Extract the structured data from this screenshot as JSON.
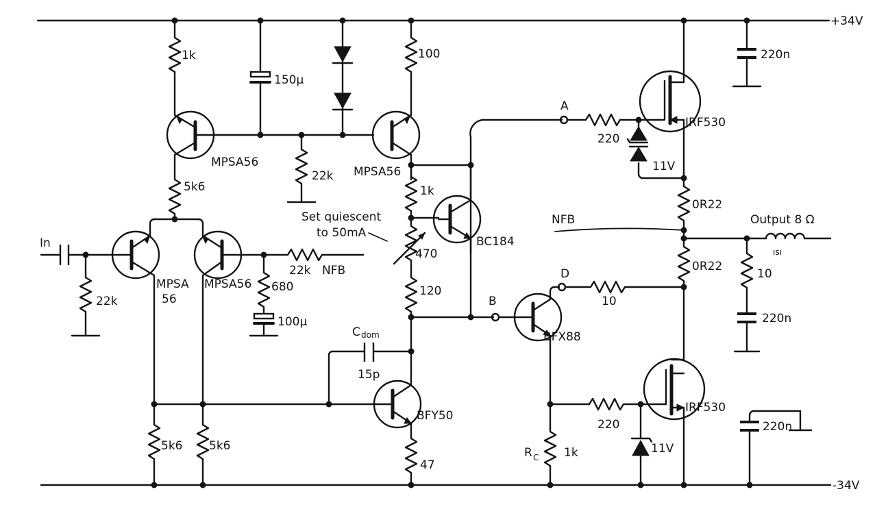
{
  "rails": {
    "positive": "+34V",
    "negative": "-34V"
  },
  "input": {
    "label": "In",
    "cap": "",
    "resistor": "22k"
  },
  "transistors": {
    "q1": "MPSA56",
    "q2": "MPSA56",
    "q3_line1": "MPSA",
    "q3_line2": "56",
    "q4": "MPSA56",
    "q5": "BC184",
    "q6": "BFY50",
    "q7": "BFX88",
    "q8": "IRF530",
    "q9": "IRF530"
  },
  "resistors": {
    "r_top_left": "1k",
    "r_top_right": "100",
    "r_tail": "5k6",
    "r_mid_22k": "22k",
    "r_bias_1k": "1k",
    "r_pot": "470",
    "r_120": "120",
    "r_load_left": "5k6",
    "r_load_right": "5k6",
    "r_47": "47",
    "r_nfb": "22k",
    "r_680": "680",
    "r_gate_a": "220",
    "r_gate_d": "220",
    "r_10_driver": "10",
    "r_0r22_top": "0R22",
    "r_0r22_bottom": "0R22",
    "r_zobel": "10",
    "r_rc": "1k",
    "rc_label": "R",
    "rc_sub": "C"
  },
  "capacitors": {
    "c_150": "150µ",
    "c_100": "100µ",
    "c_dom_label": "C",
    "c_dom_sub": "dom",
    "c_dom_value": "15p",
    "c_220_top": "220n",
    "c_220_zobel": "220n",
    "c_220_bottom": "220n"
  },
  "zeners": {
    "top": "11V",
    "bottom": "11V"
  },
  "nodes": {
    "a": "A",
    "b": "B",
    "d": "D"
  },
  "annotations": {
    "nfb_in": "NFB",
    "nfb_out": "NFB",
    "quiescent_line1": "Set quiescent",
    "quiescent_line2": "to 50mA",
    "output": "Output 8 Ω",
    "inductor_small": "ısı"
  }
}
